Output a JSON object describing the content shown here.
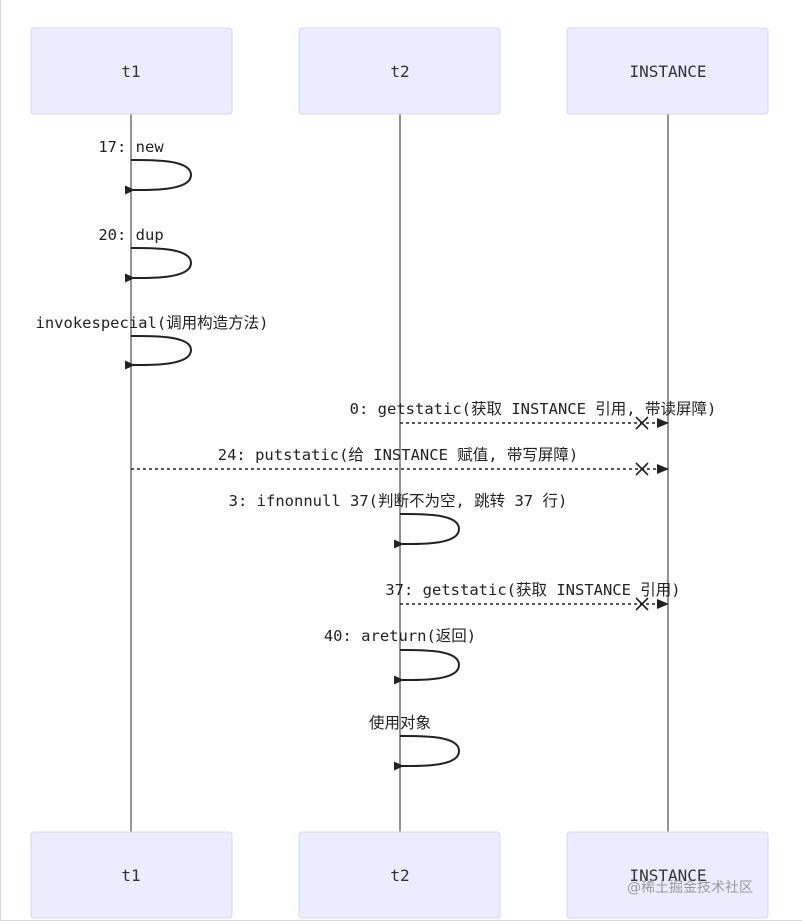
{
  "participants": [
    {
      "id": "t1",
      "label": "t1"
    },
    {
      "id": "t2",
      "label": "t2"
    },
    {
      "id": "instance",
      "label": "INSTANCE"
    }
  ],
  "messages": [
    {
      "id": "m-new",
      "type": "self",
      "actor": "t1",
      "label": "17: new"
    },
    {
      "id": "m-dup",
      "type": "self",
      "actor": "t1",
      "label": "20: dup"
    },
    {
      "id": "m-invokespecial",
      "type": "self",
      "actor": "t1",
      "label": "invokespecial(调用构造方法)"
    },
    {
      "id": "m-getstatic-0",
      "type": "async",
      "from": "t2",
      "to": "instance",
      "label": "0: getstatic(获取 INSTANCE 引用, 带读屏障)"
    },
    {
      "id": "m-putstatic-24",
      "type": "async",
      "from": "t1",
      "to": "instance",
      "label": "24: putstatic(给 INSTANCE 赋值, 带写屏障)"
    },
    {
      "id": "m-ifnonnull",
      "type": "self",
      "actor": "t2",
      "label": "3: ifnonnull 37(判断不为空, 跳转 37 行)"
    },
    {
      "id": "m-getstatic-37",
      "type": "async",
      "from": "t2",
      "to": "instance",
      "label": "37: getstatic(获取 INSTANCE 引用)"
    },
    {
      "id": "m-areturn",
      "type": "self",
      "actor": "t2",
      "label": "40: areturn(返回)"
    },
    {
      "id": "m-use",
      "type": "self",
      "actor": "t2",
      "label": "使用对象"
    }
  ],
  "watermark": "@稀土掘金技术社区",
  "colors": {
    "actor_fill": "#ececff",
    "actor_stroke": "#d7d7ee",
    "line": "#222222"
  }
}
